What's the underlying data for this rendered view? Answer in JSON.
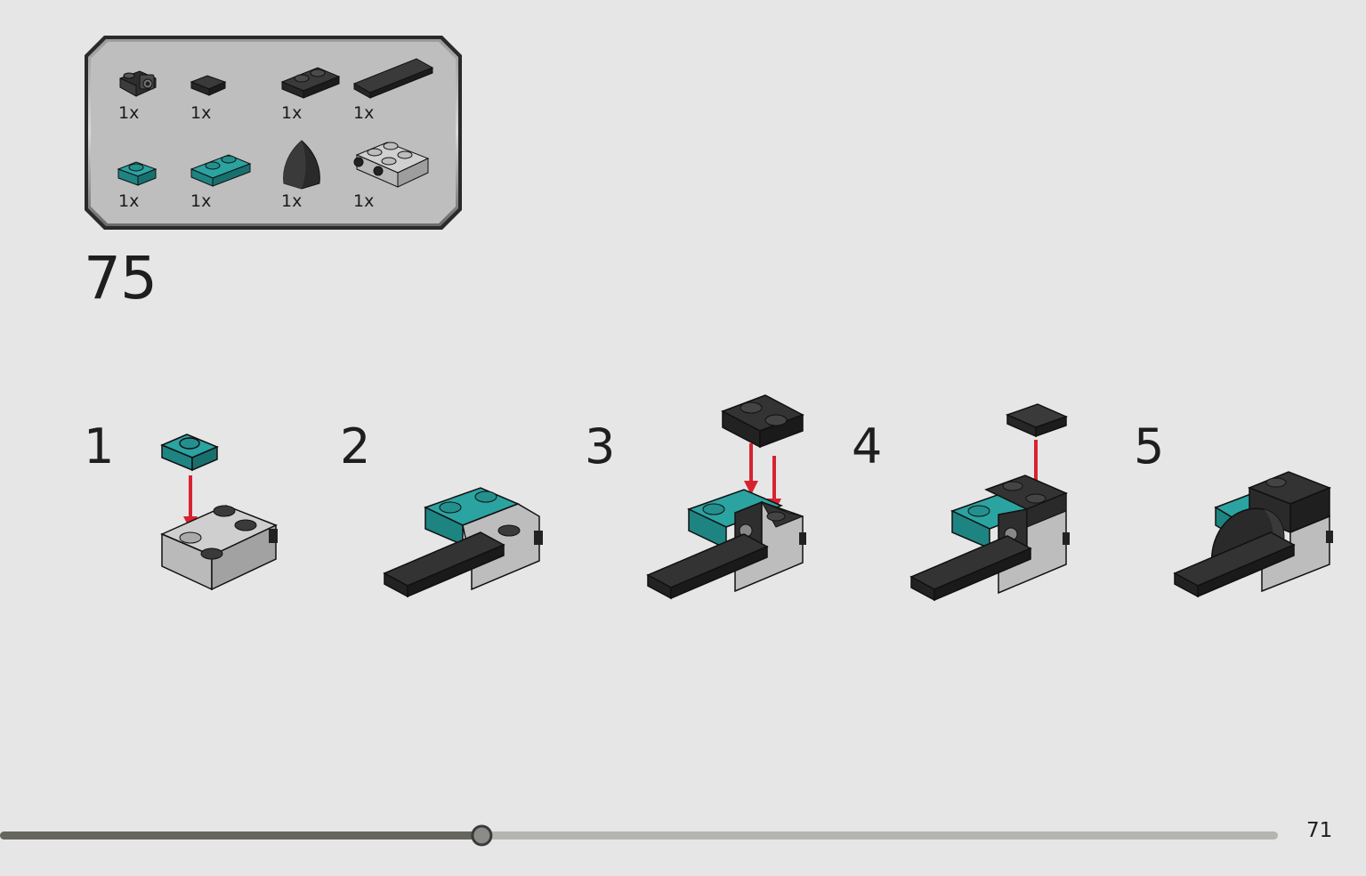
{
  "parts": [
    {
      "icon": "bracket-plate-icon",
      "qty": "1x",
      "color": "#2e2e2e"
    },
    {
      "icon": "tile-1x1-icon",
      "qty": "1x",
      "color": "#2e2e2e"
    },
    {
      "icon": "plate-1x2-icon",
      "qty": "1x",
      "color": "#2e2e2e"
    },
    {
      "icon": "tile-1x4-icon",
      "qty": "1x",
      "color": "#2e2e2e"
    },
    {
      "icon": "plate-1x1-teal-icon",
      "qty": "1x",
      "color": "#2ba3a1"
    },
    {
      "icon": "plate-1x2-teal-icon",
      "qty": "1x",
      "color": "#2ba3a1"
    },
    {
      "icon": "nose-cone-icon",
      "qty": "1x",
      "color": "#2e2e2e"
    },
    {
      "icon": "plate-2x2-side-studs-icon",
      "qty": "1x",
      "color": "#c4c4c4"
    }
  ],
  "main_step": "75",
  "substeps": [
    "1",
    "2",
    "3",
    "4",
    "5"
  ],
  "progress": {
    "fraction": 0.377
  },
  "page_number": "71",
  "colors": {
    "teal": "#2ba3a1",
    "dark": "#2e2e2e",
    "light": "#c4c4c4",
    "arrow": "#d82230",
    "background": "#e6e6e6"
  }
}
